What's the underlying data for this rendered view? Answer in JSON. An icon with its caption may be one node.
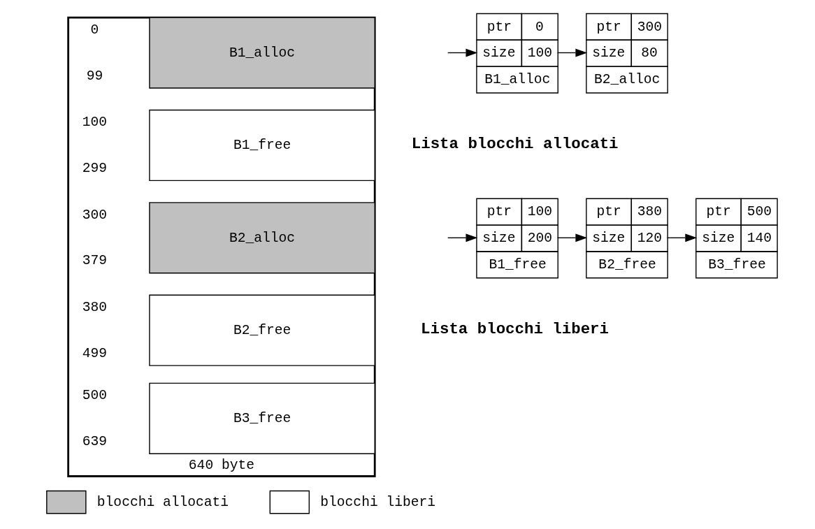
{
  "diagram": {
    "nodes": [
      {
        "text": [
          "640 byte"
        ]
      },
      {
        "text": [
          "B1_alloc"
        ],
        "in": 0,
        "beside": [
          "0",
          "99"
        ]
      },
      {
        "text": [
          "B1_free"
        ],
        "in": 0,
        "beside": [
          "100",
          "299"
        ]
      },
      {
        "text": [
          "B2_alloc"
        ],
        "in": 0,
        "beside": [
          "300",
          "379"
        ]
      },
      {
        "text": [
          "B2_free"
        ],
        "in": 0,
        "beside": [
          "380",
          "499"
        ]
      },
      {
        "text": [
          "B3_free"
        ],
        "in": 0,
        "beside": [
          "500",
          "639"
        ]
      },
      {
        "text": [
          "ptr",
          "0",
          "size",
          "100",
          "B1_alloc"
        ]
      },
      {
        "text": [
          "ptr",
          "300",
          "size",
          "80",
          "B2_alloc"
        ]
      },
      {
        "text": [
          "ptr",
          "100",
          "size",
          "200",
          "B1_free"
        ]
      },
      {
        "text": [
          "ptr",
          "380",
          "size",
          "120",
          "B2_free"
        ]
      },
      {
        "text": [
          "ptr",
          "500",
          "size",
          "140",
          "B3_free"
        ]
      }
    ],
    "edges": [
      {
        "from": null,
        "to": 6,
        "arrow": "to"
      },
      {
        "from": 6,
        "to": 7,
        "arrow": "to"
      },
      {
        "from": null,
        "to": 8,
        "arrow": "to"
      },
      {
        "from": 8,
        "to": 9,
        "arrow": "to"
      },
      {
        "from": 9,
        "to": 10,
        "arrow": "to"
      }
    ],
    "labels": [
      "Lista blocchi allocati",
      "Lista blocchi liberi"
    ],
    "legend": [
      {
        "text": "blocchi allocati",
        "color": "#c0c0c0"
      },
      {
        "text": "blocchi liberi",
        "color": "#ffffff"
      }
    ]
  }
}
